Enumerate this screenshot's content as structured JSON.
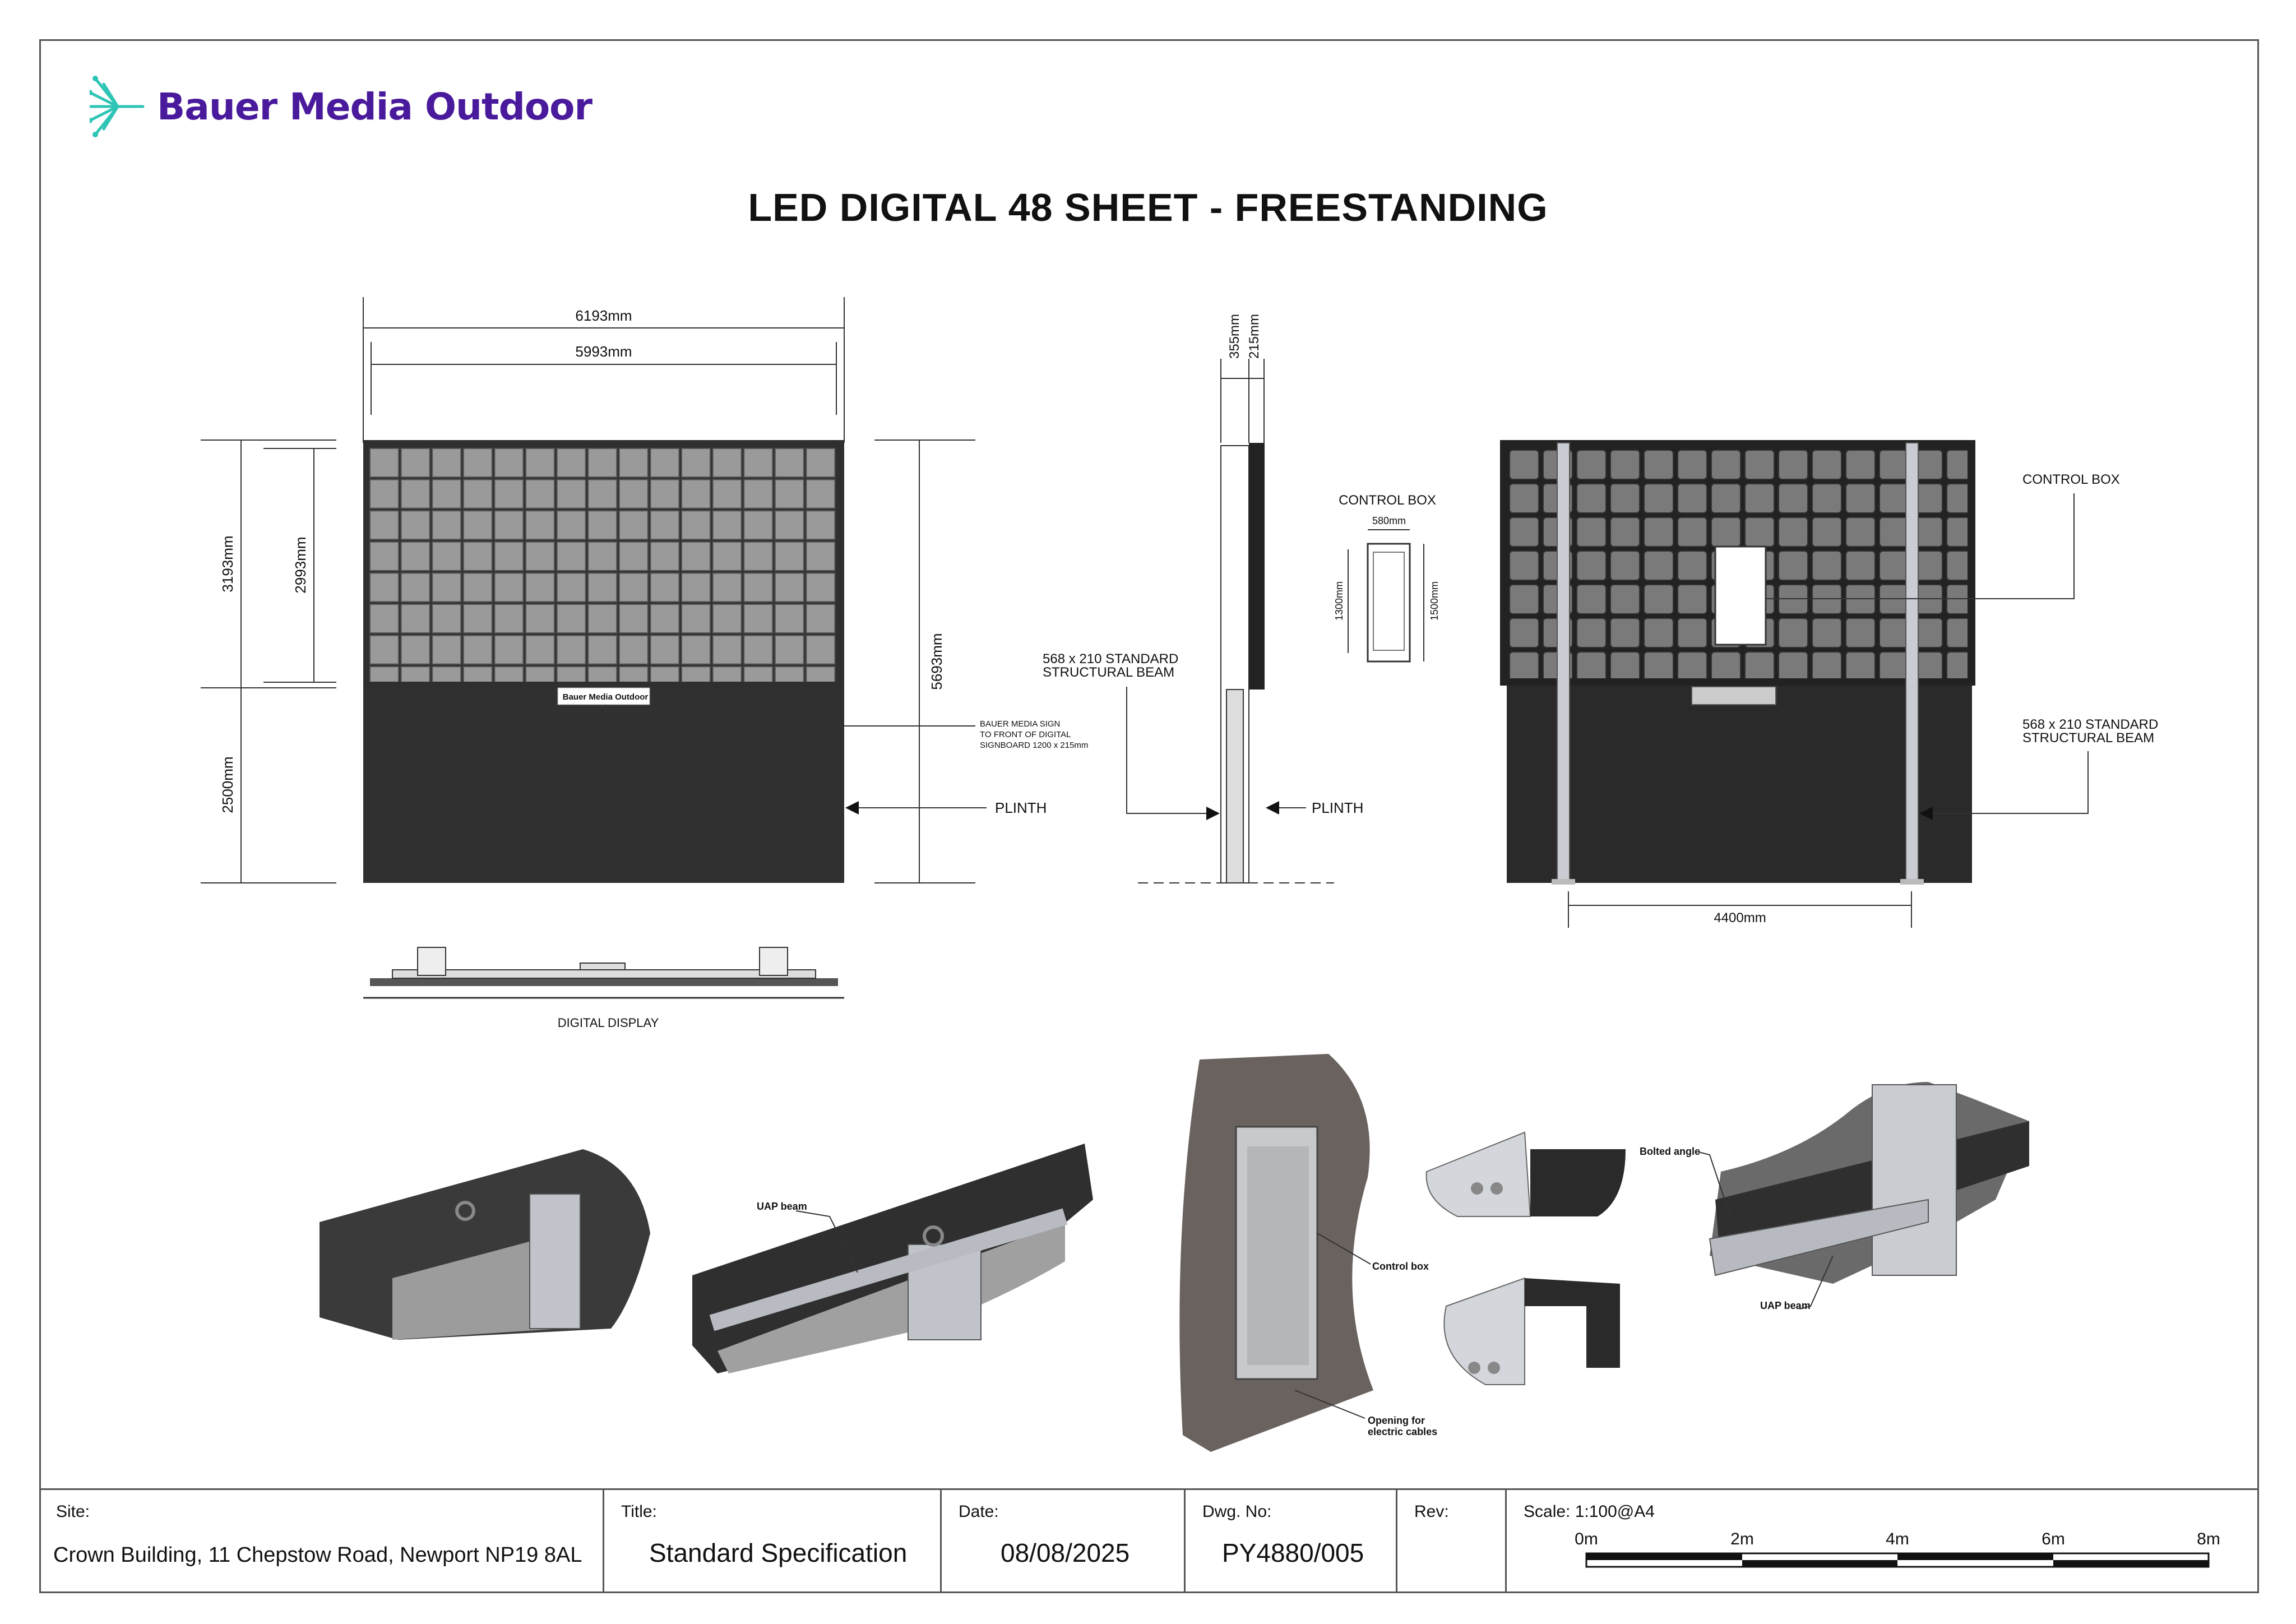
{
  "brand": {
    "name": "Bauer Media Outdoor",
    "color": "#4a1a9c",
    "accent": "#2ec4b6"
  },
  "title": "LED DIGITAL 48 SHEET - FREESTANDING",
  "front_view": {
    "dim_overall_width": "6193mm",
    "dim_screen_width": "5993mm",
    "dim_overall_height": "3193mm",
    "dim_screen_height": "2993mm",
    "dim_plinth_height": "2500mm",
    "dim_total_height": "5693mm",
    "sign_text": "Bauer Media Outdoor",
    "sign_note_1": "BAUER MEDIA SIGN",
    "sign_note_2": "TO FRONT OF DIGITAL",
    "sign_note_3": "SIGNBOARD 1200 x 215mm",
    "plinth_label": "PLINTH"
  },
  "side_view": {
    "dim_depth_1": "355mm",
    "dim_depth_2": "215mm",
    "beam_label_1": "568 x 210 STANDARD",
    "beam_label_2": "STRUCTURAL BEAM",
    "plinth_label": "PLINTH"
  },
  "control_box": {
    "title": "CONTROL BOX",
    "dim_width": "580mm",
    "dim_inner_height": "1300mm",
    "dim_height": "1500mm"
  },
  "rear_view": {
    "control_box_label": "CONTROL BOX",
    "beam_label_1": "568 x 210 STANDARD",
    "beam_label_2": "STRUCTURAL BEAM",
    "dim_post_spacing": "4400mm"
  },
  "plan_view": {
    "caption": "DIGITAL DISPLAY"
  },
  "details": {
    "uap_beam": "UAP beam",
    "control_box": "Control box",
    "opening_1": "Opening for",
    "opening_2": "electric cables",
    "bolted_angle": "Bolted angle",
    "uap_beam_2": "UAP beam"
  },
  "title_block": {
    "site_label": "Site:",
    "site_value": "Crown Building, 11 Chepstow Road, Newport NP19 8AL",
    "title_label": "Title:",
    "title_value": "Standard Specification",
    "date_label": "Date:",
    "date_value": "08/08/2025",
    "dwg_label": "Dwg. No:",
    "dwg_value": "PY4880/005",
    "rev_label": "Rev:",
    "rev_value": "",
    "scale_label": "Scale: 1:100@A4",
    "scale_ticks": [
      "0m",
      "2m",
      "4m",
      "6m",
      "8m"
    ]
  }
}
